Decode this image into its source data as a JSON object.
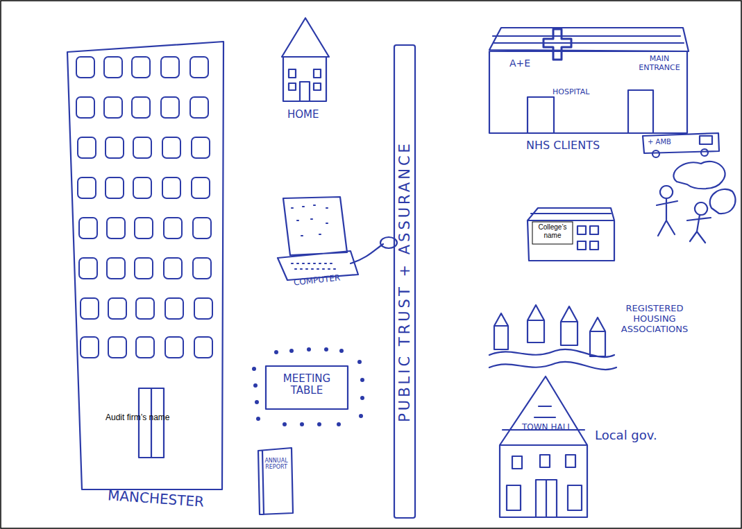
{
  "diagram": {
    "nodes": [
      {
        "text": [
          "Audit firm’s name",
          "MANCHESTER"
        ]
      },
      {
        "text": [
          "HOME"
        ]
      },
      {
        "text": [
          "COMPUTER"
        ]
      },
      {
        "text": [
          "MEETING TABLE"
        ]
      },
      {
        "text": [
          "ANNUAL REPORT"
        ]
      },
      {
        "text": [
          "PUBLIC TRUST + ASSURANCE"
        ]
      },
      {
        "text": [
          "A+E",
          "HOSPITAL",
          "MAIN ENTRANCE",
          "NHS CLIENTS"
        ]
      },
      {
        "text": [
          "+ AMB"
        ]
      },
      {
        "text": [
          "College’s name"
        ]
      },
      {
        "text": [
          "REGISTERED HOUSING ASSOCIATIONS"
        ]
      },
      {
        "text": [
          "TOWN HALL",
          "Local gov."
        ]
      }
    ]
  }
}
